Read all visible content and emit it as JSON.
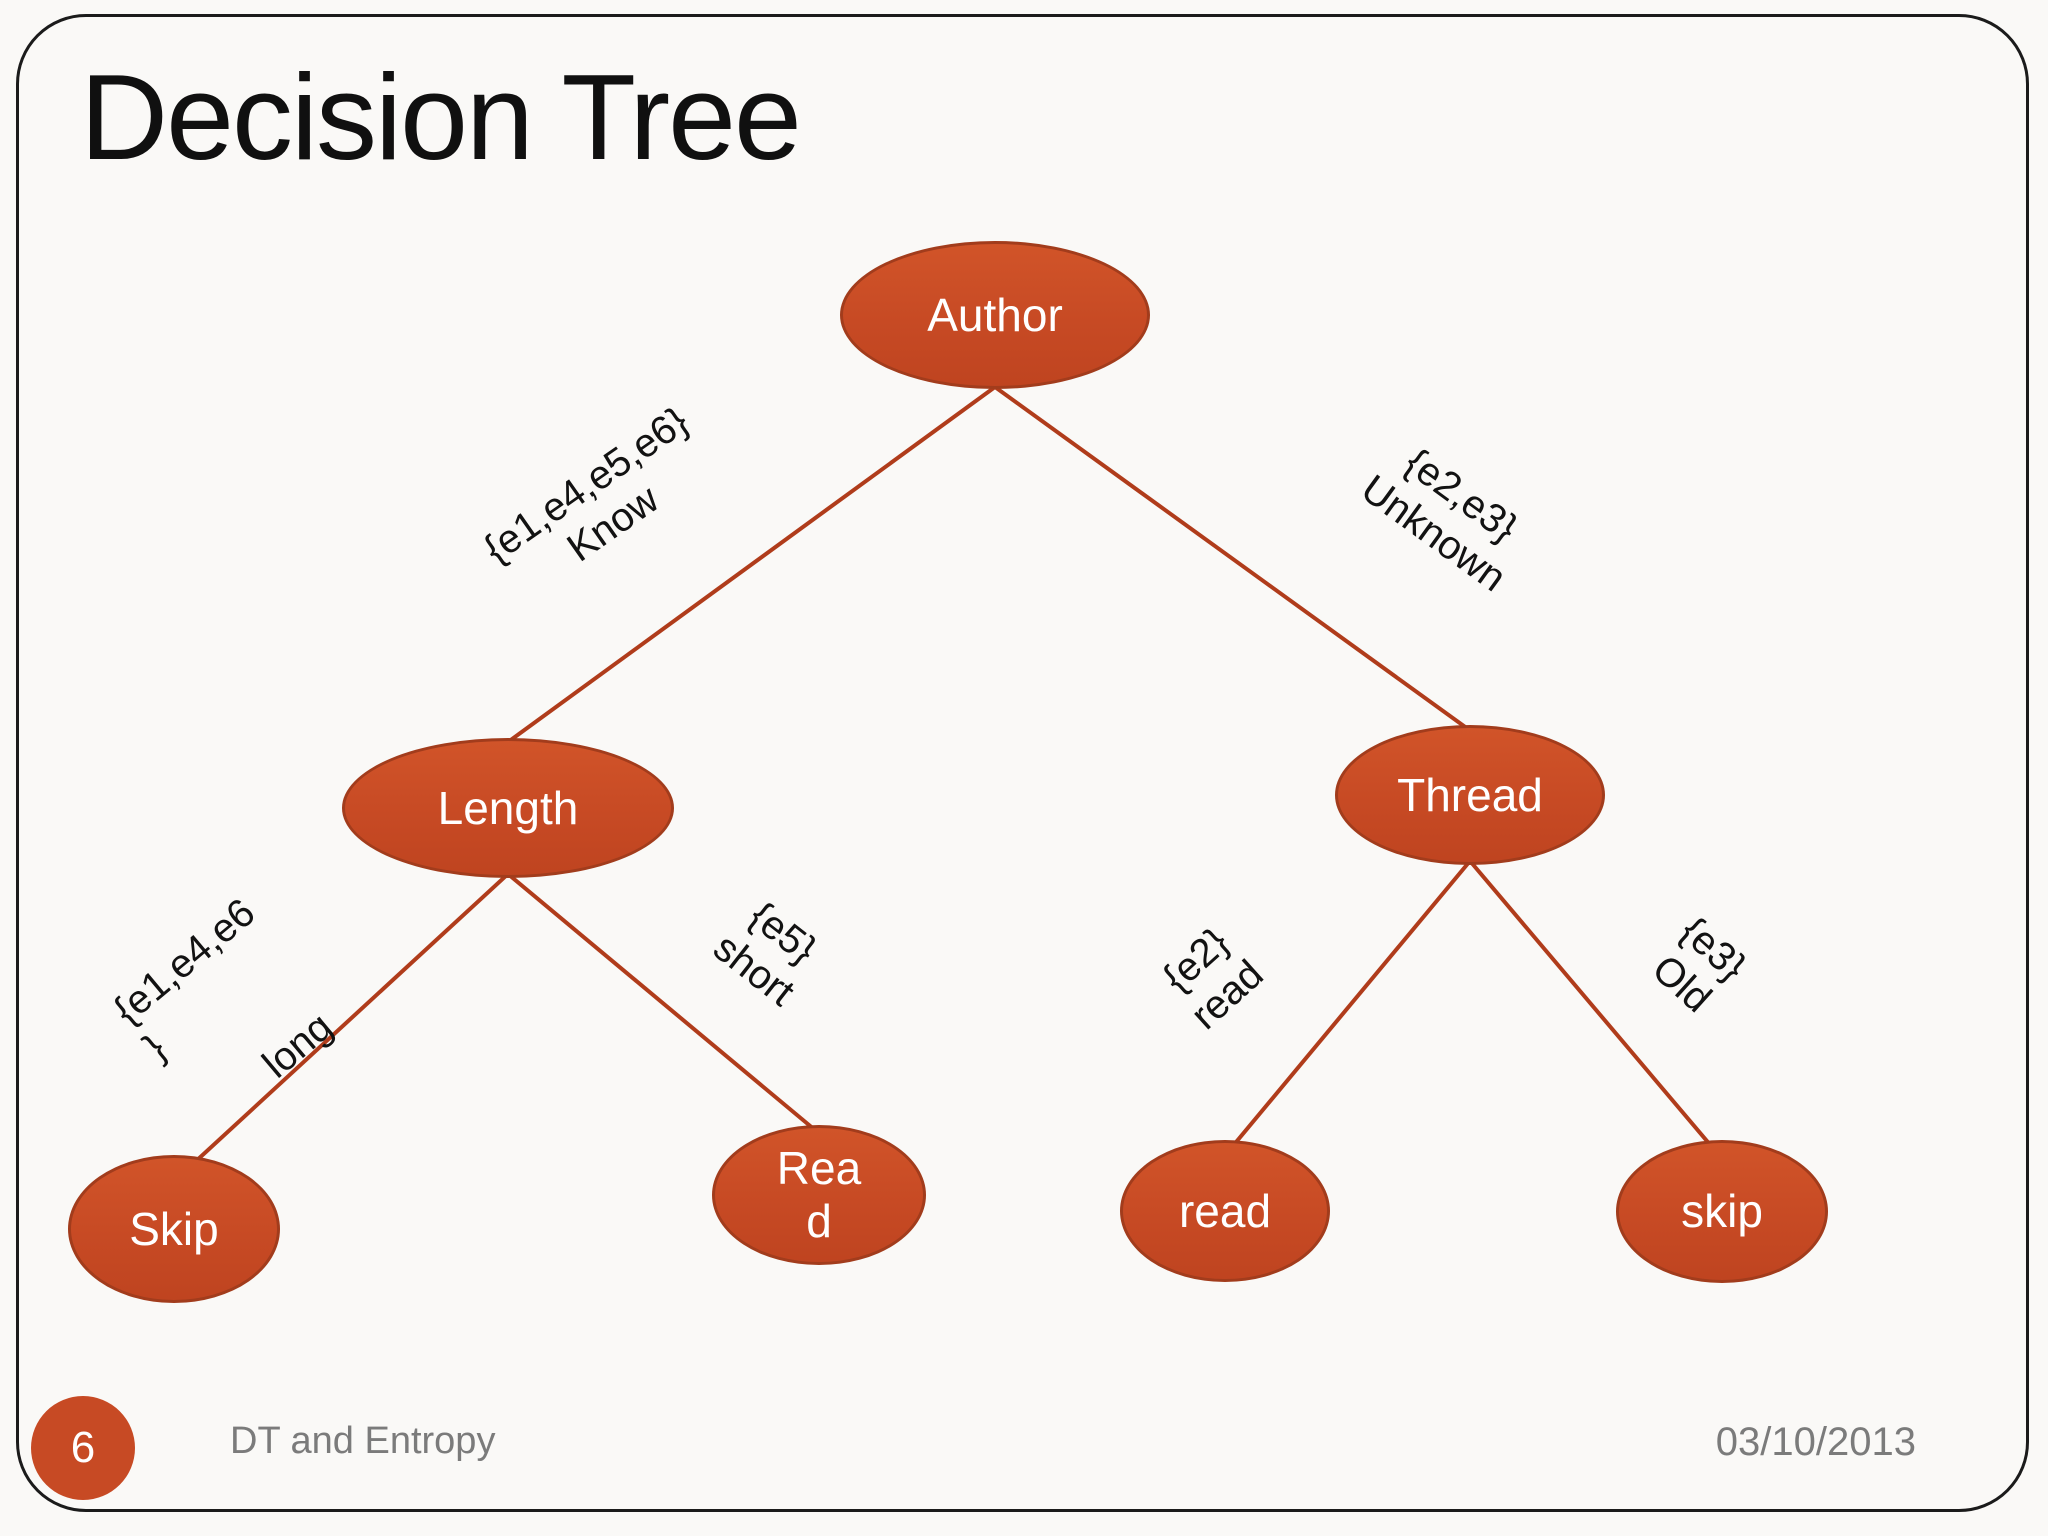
{
  "slide": {
    "title": "Decision Tree",
    "page_number": "6",
    "footer_left": "DT and Entropy",
    "footer_right": "03/10/2013"
  },
  "colors": {
    "node_fill": "#c74a24",
    "node_border": "#a23c1c",
    "edge_line": "#b03c1b",
    "footer_text": "#7b7b7b",
    "title_text": "#101010"
  },
  "tree": {
    "root": {
      "label": "Author"
    },
    "length": {
      "label": "Length"
    },
    "thread": {
      "label": "Thread"
    },
    "skip": {
      "label": "Skip"
    },
    "read_wrap": {
      "label": "Rea\nd"
    },
    "read": {
      "label": "read"
    },
    "skip2": {
      "label": "skip"
    },
    "labels": {
      "know": "{e1,e4,e5,e6}\nKnow",
      "unknown": "{e2,e3}\nUnknown",
      "long_set": "{e1,e4,e6\n}",
      "long": "long",
      "short": "{e5}\nshort",
      "read": "{e2}\nread",
      "old": "{e3}\nOld"
    }
  }
}
